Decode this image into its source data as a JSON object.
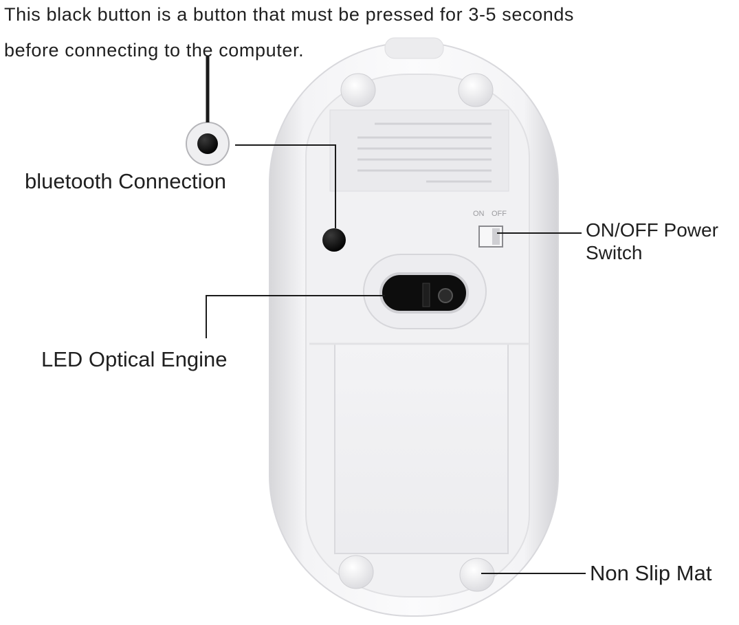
{
  "header": {
    "note_line1": "This black button is a button that must be pressed for 3-5 seconds",
    "note_line2": "before connecting to the computer."
  },
  "callouts": {
    "bluetooth": "bluetooth Connection",
    "power_line1": "ON/OFF Power",
    "power_line2": "Switch",
    "led": "LED Optical Engine",
    "mat": "Non Slip Mat"
  },
  "device": {
    "switch_on": "ON",
    "switch_off": "OFF"
  },
  "colors": {
    "shell": "#f2f2f4",
    "shell_edge": "#dcdcdf",
    "button": "#111111",
    "leader_line": "#1a1a1a"
  }
}
